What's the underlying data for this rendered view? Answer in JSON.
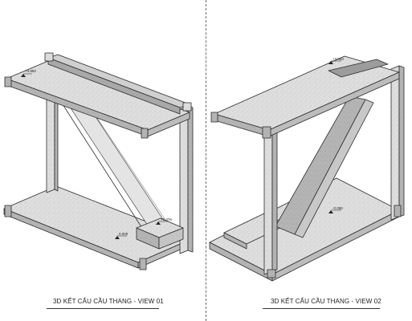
{
  "views": [
    {
      "caption": "3D KẾT CẤU CẦU THANG - VIEW 01",
      "levels": [
        "+3.850",
        "+1.376",
        "0.000"
      ]
    },
    {
      "caption": "3D KẾT CẤU CẦU THANG - VIEW 02",
      "levels": [
        "+3.850",
        "-0.050"
      ]
    }
  ],
  "colors": {
    "concrete": "#dcdcdc",
    "concrete_dark": "#a9a9a9",
    "edge": "#2a2a2a",
    "divider": "#6b6b6b"
  }
}
